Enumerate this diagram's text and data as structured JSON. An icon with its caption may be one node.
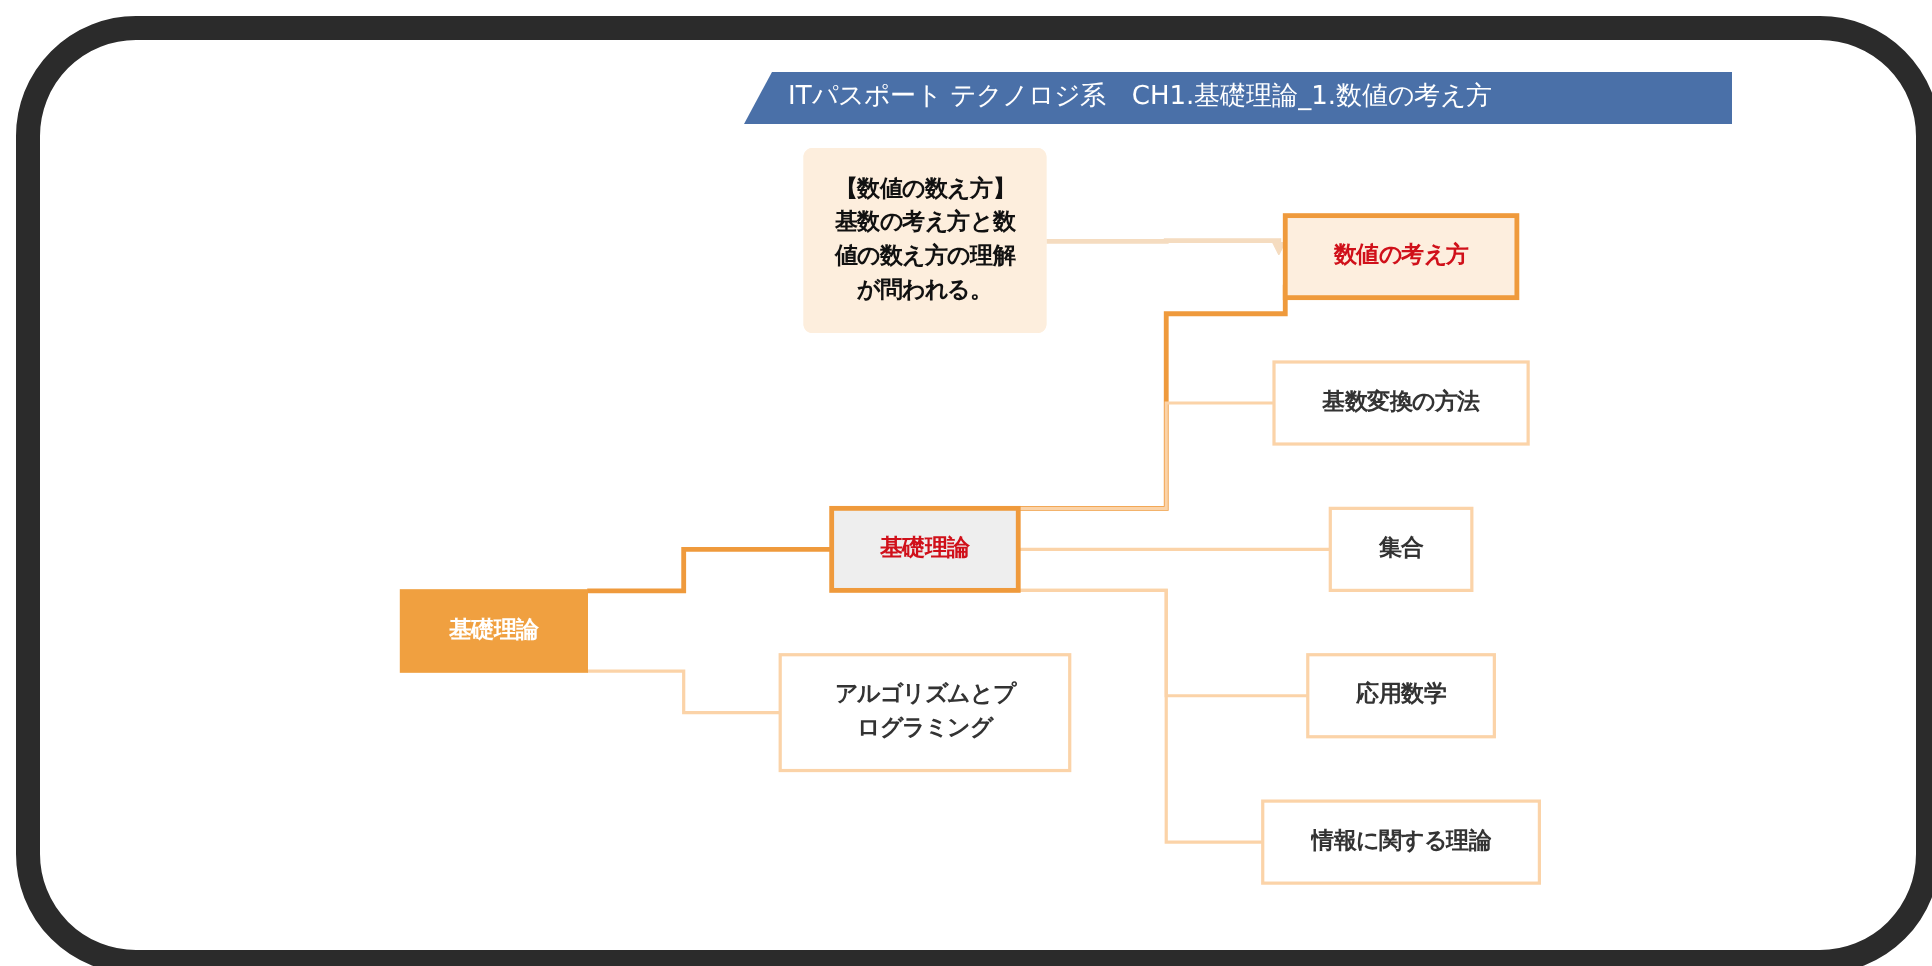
{
  "diagram": {
    "title": "ITパスポート テクノロジ系　CH1.基礎理論_1.数値の考え方",
    "nodes": [
      {
        "text": [
          "【数値の数え方】",
          "基数の考え方と数値の数え方の理解が問われる。"
        ]
      },
      {
        "text": [
          "基礎理論"
        ]
      },
      {
        "text": [
          "基礎理論"
        ]
      },
      {
        "text": [
          "アルゴリズムとプログラミング"
        ]
      },
      {
        "text": [
          "数値の考え方"
        ]
      },
      {
        "text": [
          "基数変換の方法"
        ]
      },
      {
        "text": [
          "集合"
        ]
      },
      {
        "text": [
          "応用数学"
        ]
      },
      {
        "text": [
          "情報に関する理論"
        ]
      }
    ],
    "edges": [
      {
        "from": 0,
        "to": 4,
        "arrow": "to",
        "color": "#f5dcc0"
      },
      {
        "from": 1,
        "to": 2,
        "arrow": "none",
        "color": "#ef9a3c"
      },
      {
        "from": 1,
        "to": 3,
        "arrow": "none"
      },
      {
        "from": 2,
        "to": 4,
        "arrow": "none",
        "color": "#ef9a3c"
      },
      {
        "from": 2,
        "to": 5,
        "arrow": "none"
      },
      {
        "from": 2,
        "to": 6,
        "arrow": "none"
      },
      {
        "from": 2,
        "to": 7,
        "arrow": "none"
      },
      {
        "from": 2,
        "to": 8,
        "arrow": "none"
      }
    ]
  }
}
